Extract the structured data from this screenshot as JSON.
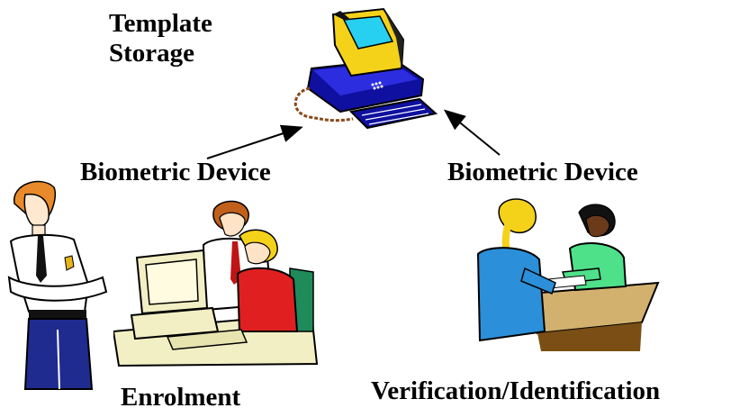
{
  "diagram": {
    "title_line1": "Template",
    "title_line2": "Storage",
    "device_left": "Biometric Device",
    "device_right": "Biometric Device",
    "enrolment": "Enrolment",
    "verification": "Verification/Identification"
  },
  "colors": {
    "text": "#000000",
    "monitor_screen": "#27d0f0",
    "computer_body": "#1010a0",
    "monitor_yellow": "#f5d21a",
    "beige": "#f2efc4",
    "red_shirt": "#e02020",
    "green_shirt": "#4fe08a",
    "blue_jacket": "#2b8fd9"
  },
  "icons": [
    "computer-icon",
    "police-officer-icon",
    "people-at-computer-icon",
    "clerk-desk-icon"
  ]
}
